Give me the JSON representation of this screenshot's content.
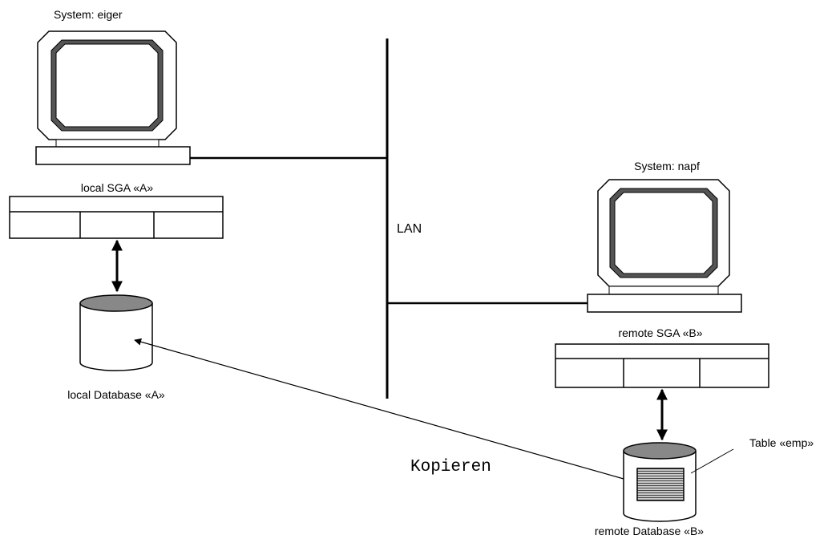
{
  "network": {
    "label": "LAN"
  },
  "local_system": {
    "label": "System: eiger",
    "sga_label": "local SGA «A»",
    "database_label": "local Database «A»"
  },
  "remote_system": {
    "label": "System: napf",
    "sga_label": "remote SGA «B»",
    "database_label": "remote Database «B»",
    "table_label": "Table «emp»"
  },
  "copy_action": {
    "label": "Kopieren"
  },
  "colors": {
    "line": "#000000",
    "screen_frame": "#555555",
    "database_top": "#888888",
    "table_fill": "#9a9a9a"
  }
}
